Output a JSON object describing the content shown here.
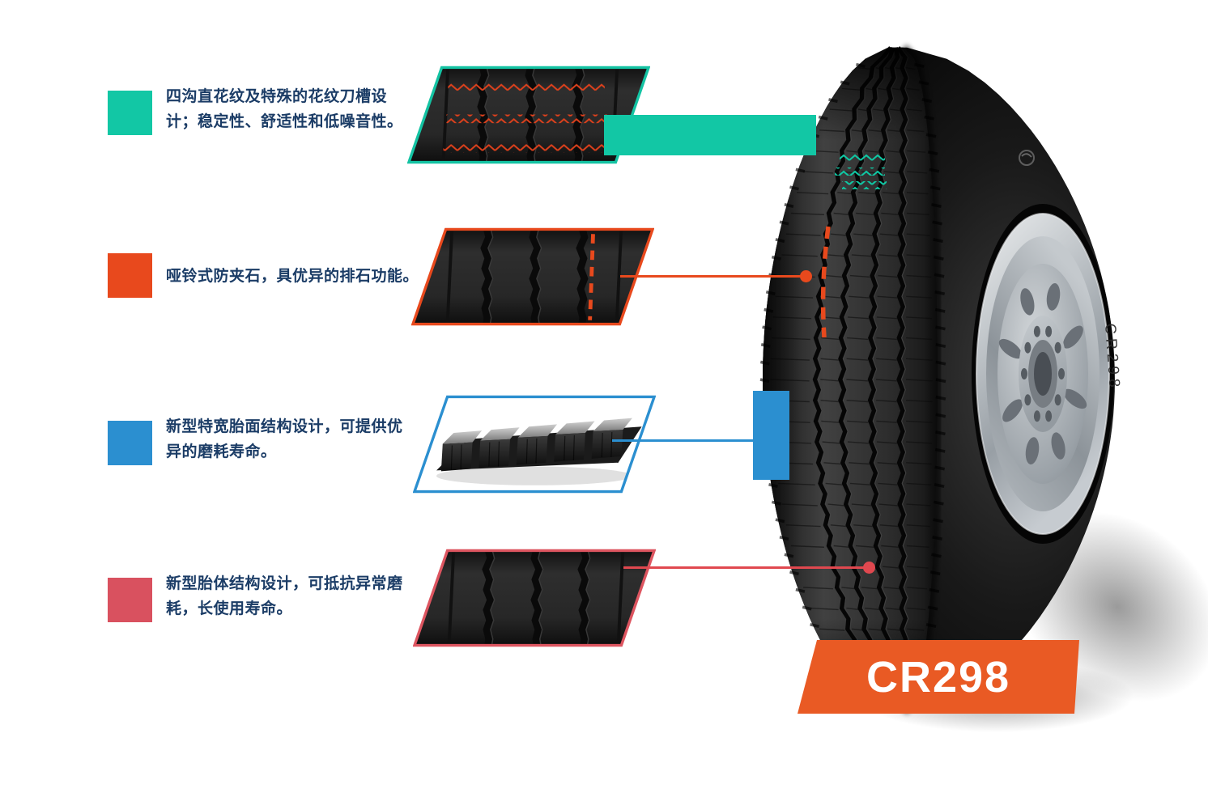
{
  "product": {
    "model": "CR298",
    "banner_color": "#e95a24"
  },
  "features": [
    {
      "id": "groove-design",
      "color": "#12c7a5",
      "text": "四沟直花纹及特殊的花纹刀槽设计；稳定性、舒适性和低噪音性。"
    },
    {
      "id": "stone-ejection",
      "color": "#e8491d",
      "text": "哑铃式防夹石，具优异的排石功能。"
    },
    {
      "id": "wide-tread",
      "color": "#2b8fd0",
      "text": "新型特宽胎面结构设计，可提供优异的磨耗寿命。"
    },
    {
      "id": "casing-structure",
      "color": "#d9515f",
      "text": "新型胎体结构设计，可抵抗异常磨耗，长使用寿命。"
    }
  ]
}
